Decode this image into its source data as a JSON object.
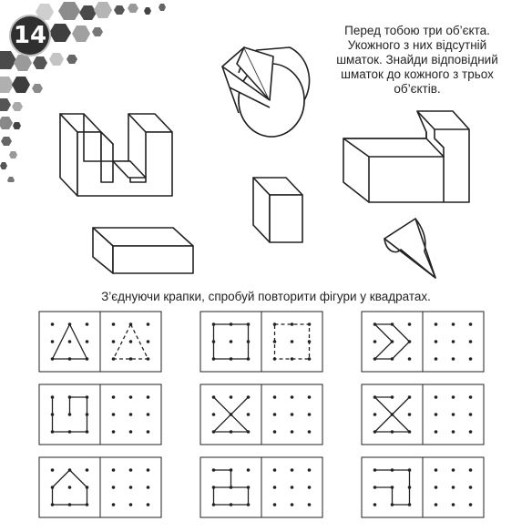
{
  "page_number": "14",
  "task1": {
    "lines": [
      "Перед тобою три об’єкта.",
      "Укожного з них відсутній",
      "шматок. Знайди відповідний",
      "шматок до кожного з трьох",
      "об’єктів."
    ]
  },
  "task2": {
    "instruction": "З’єднуючи крапки, спробуй повторити фігури у квадратах."
  },
  "puzzles": [
    {
      "name": "triangle",
      "left": [
        [
          1,
          0
        ],
        [
          0,
          2
        ],
        [
          2,
          2
        ],
        [
          1,
          0
        ]
      ],
      "right": [
        [
          1,
          0
        ],
        [
          0,
          2
        ],
        [
          2,
          2
        ],
        [
          1,
          0
        ]
      ],
      "right_style": "dashed"
    },
    {
      "name": "square",
      "left": [
        [
          0,
          0
        ],
        [
          2,
          0
        ],
        [
          2,
          2
        ],
        [
          0,
          2
        ],
        [
          0,
          0
        ]
      ],
      "right": [
        [
          0,
          0
        ],
        [
          2,
          0
        ],
        [
          2,
          2
        ],
        [
          0,
          2
        ],
        [
          0,
          0
        ]
      ],
      "right_style": "dashed"
    },
    {
      "name": "chevron",
      "left": [
        [
          1,
          0
        ],
        [
          2,
          1
        ],
        [
          1,
          2
        ],
        [
          0,
          2
        ],
        [
          1,
          1
        ],
        [
          0,
          0
        ],
        [
          1,
          0
        ]
      ],
      "right": null
    },
    {
      "name": "letter-sh",
      "left": [
        [
          0,
          0
        ],
        [
          0,
          2
        ],
        [
          2,
          2
        ],
        [
          2,
          0
        ],
        [
          1,
          0
        ],
        [
          1,
          1
        ]
      ],
      "right": null
    },
    {
      "name": "cross-x",
      "left": [
        [
          0,
          0
        ],
        [
          2,
          2
        ],
        [
          0,
          2
        ],
        [
          2,
          0
        ]
      ],
      "right": null
    },
    {
      "name": "cross-z",
      "left": [
        [
          2,
          0
        ],
        [
          0,
          2
        ],
        [
          2,
          2
        ],
        [
          0,
          0
        ],
        [
          1,
          0
        ]
      ],
      "right": null
    },
    {
      "name": "pentagon",
      "left": [
        [
          1,
          0
        ],
        [
          2,
          1
        ],
        [
          2,
          2
        ],
        [
          0,
          2
        ],
        [
          0,
          1
        ],
        [
          1,
          0
        ]
      ],
      "right": null
    },
    {
      "name": "meander",
      "left": [
        [
          0,
          0
        ],
        [
          1,
          0
        ],
        [
          1,
          1
        ],
        [
          0,
          1
        ],
        [
          0,
          2
        ],
        [
          2,
          2
        ],
        [
          2,
          1
        ],
        [
          1,
          1
        ]
      ],
      "right": null
    },
    {
      "name": "hook",
      "left": [
        [
          0,
          0
        ],
        [
          2,
          0
        ],
        [
          2,
          2
        ],
        [
          1,
          2
        ],
        [
          1,
          1
        ],
        [
          0,
          1
        ]
      ],
      "right": null
    }
  ],
  "colors": {
    "ink": "#222222",
    "badge": "#2f2f2f",
    "hex_dark": "#555555",
    "hex_light": "#bbbbbb"
  }
}
